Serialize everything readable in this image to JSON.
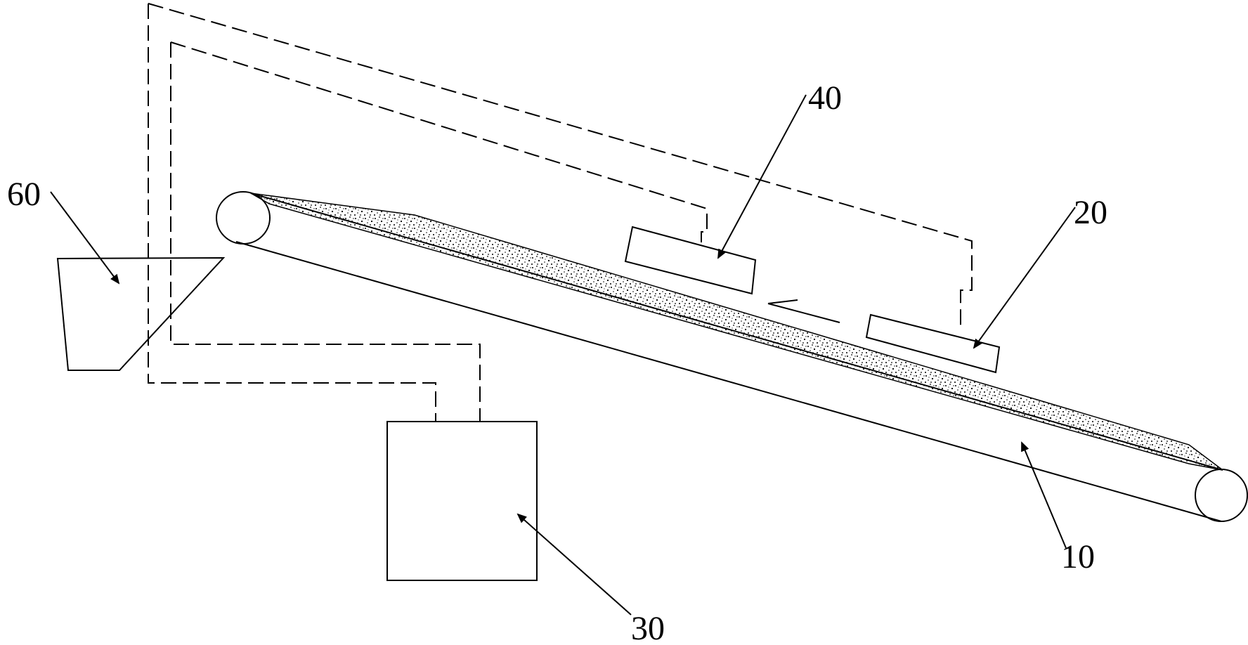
{
  "labels": {
    "conveyor": "10",
    "sensor_right": "20",
    "control_box": "30",
    "sensor_left": "40",
    "bin": "60"
  }
}
